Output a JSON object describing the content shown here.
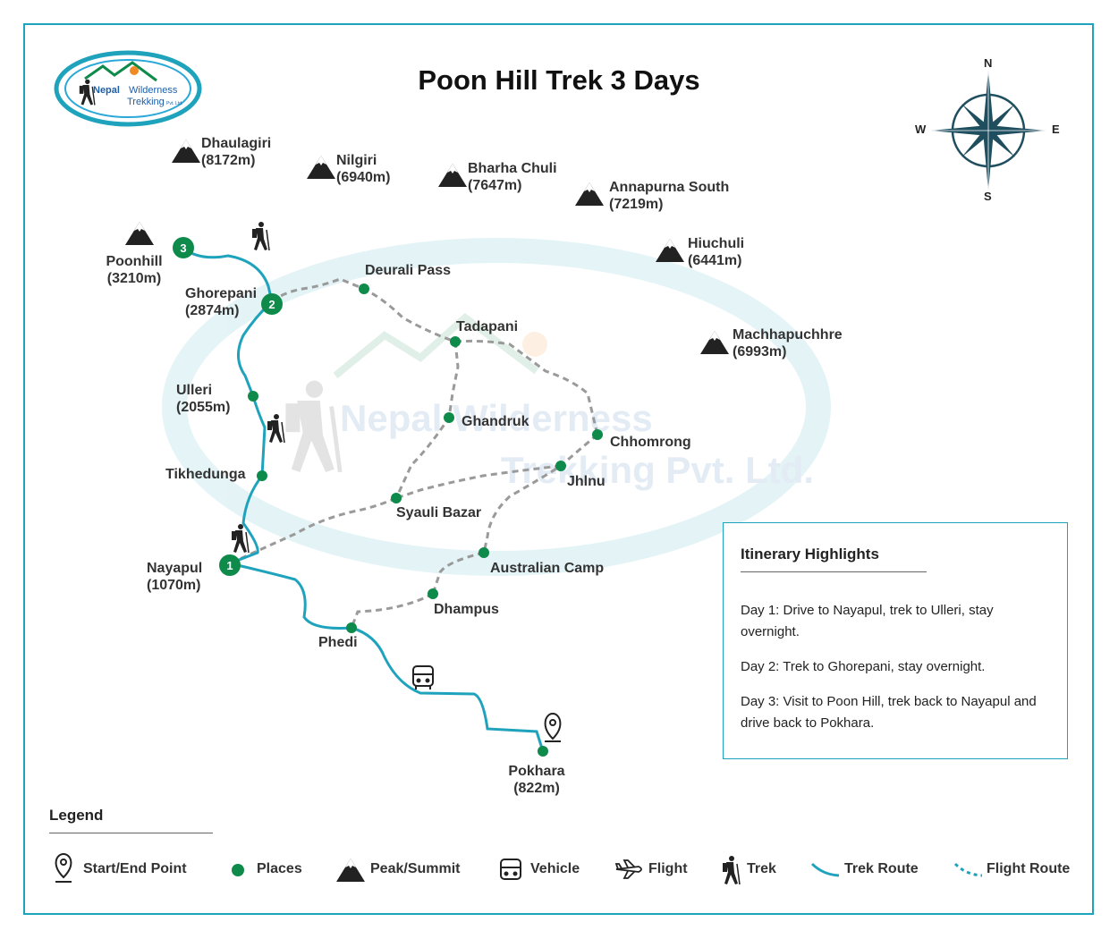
{
  "title": "Poon Hill Trek 3 Days",
  "logo": {
    "line1": "Nepal",
    "line2": "Wilderness",
    "line3": "Trekking",
    "line4": "Pvt. Ltd."
  },
  "watermark": {
    "line1": "Nepal Wilderness",
    "line2": "Trekking Pvt. Ltd."
  },
  "compass": {
    "n": "N",
    "s": "S",
    "e": "E",
    "w": "W"
  },
  "peaks": [
    {
      "name": "Dhaulagiri",
      "elev": "(8172m)"
    },
    {
      "name": "Nilgiri",
      "elev": "(6940m)"
    },
    {
      "name": "Bharha Chuli",
      "elev": "(7647m)"
    },
    {
      "name": "Annapurna South",
      "elev": "(7219m)"
    },
    {
      "name": "Hiuchuli",
      "elev": "(6441m)"
    },
    {
      "name": "Machhapuchhre",
      "elev": "(6993m)"
    },
    {
      "name": "Poonhill",
      "elev": "(3210m)"
    }
  ],
  "places": {
    "ghorepani": {
      "name": "Ghorepani",
      "elev": "(2874m)"
    },
    "ulleri": {
      "name": "Ulleri",
      "elev": "(2055m)"
    },
    "tikhedunga": {
      "name": "Tikhedunga"
    },
    "nayapul": {
      "name": "Nayapul",
      "elev": "(1070m)"
    },
    "phedi": {
      "name": "Phedi"
    },
    "pokhara": {
      "name": "Pokhara",
      "elev": "(822m)"
    },
    "deurali": {
      "name": "Deurali Pass"
    },
    "tadapani": {
      "name": "Tadapani"
    },
    "ghandruk": {
      "name": "Ghandruk"
    },
    "chhomrong": {
      "name": "Chhomrong"
    },
    "jhinu": {
      "name": "Jhlnu"
    },
    "syauli": {
      "name": "Syauli Bazar"
    },
    "australian": {
      "name": "Australian Camp"
    },
    "dhampus": {
      "name": "Dhampus"
    }
  },
  "day_markers": [
    "1",
    "2",
    "3"
  ],
  "itinerary": {
    "heading": "Itinerary Highlights",
    "days": [
      "Day 1: Drive to Nayapul, trek to Ulleri, stay overnight.",
      "Day 2: Trek to Ghorepani, stay overnight.",
      "Day 3: Visit to Poon Hill, trek back to Nayapul and drive back to Pokhara."
    ]
  },
  "legend": {
    "title": "Legend",
    "items": [
      {
        "icon": "location-pin-icon",
        "label": "Start/End Point"
      },
      {
        "icon": "dot-icon",
        "label": "Places"
      },
      {
        "icon": "mountain-icon",
        "label": "Peak/Summit"
      },
      {
        "icon": "bus-icon",
        "label": "Vehicle"
      },
      {
        "icon": "airplane-icon",
        "label": "Flight"
      },
      {
        "icon": "hiker-icon",
        "label": "Trek"
      },
      {
        "icon": "trek-route-icon",
        "label": "Trek Route"
      },
      {
        "icon": "flight-route-icon",
        "label": "Flight Route"
      }
    ]
  },
  "colors": {
    "route": "#1fa3bd",
    "place": "#0e8a4a",
    "dashed": "#9a9a9a",
    "frame": "#1fa3bd",
    "compass": "#1f4e5f"
  }
}
